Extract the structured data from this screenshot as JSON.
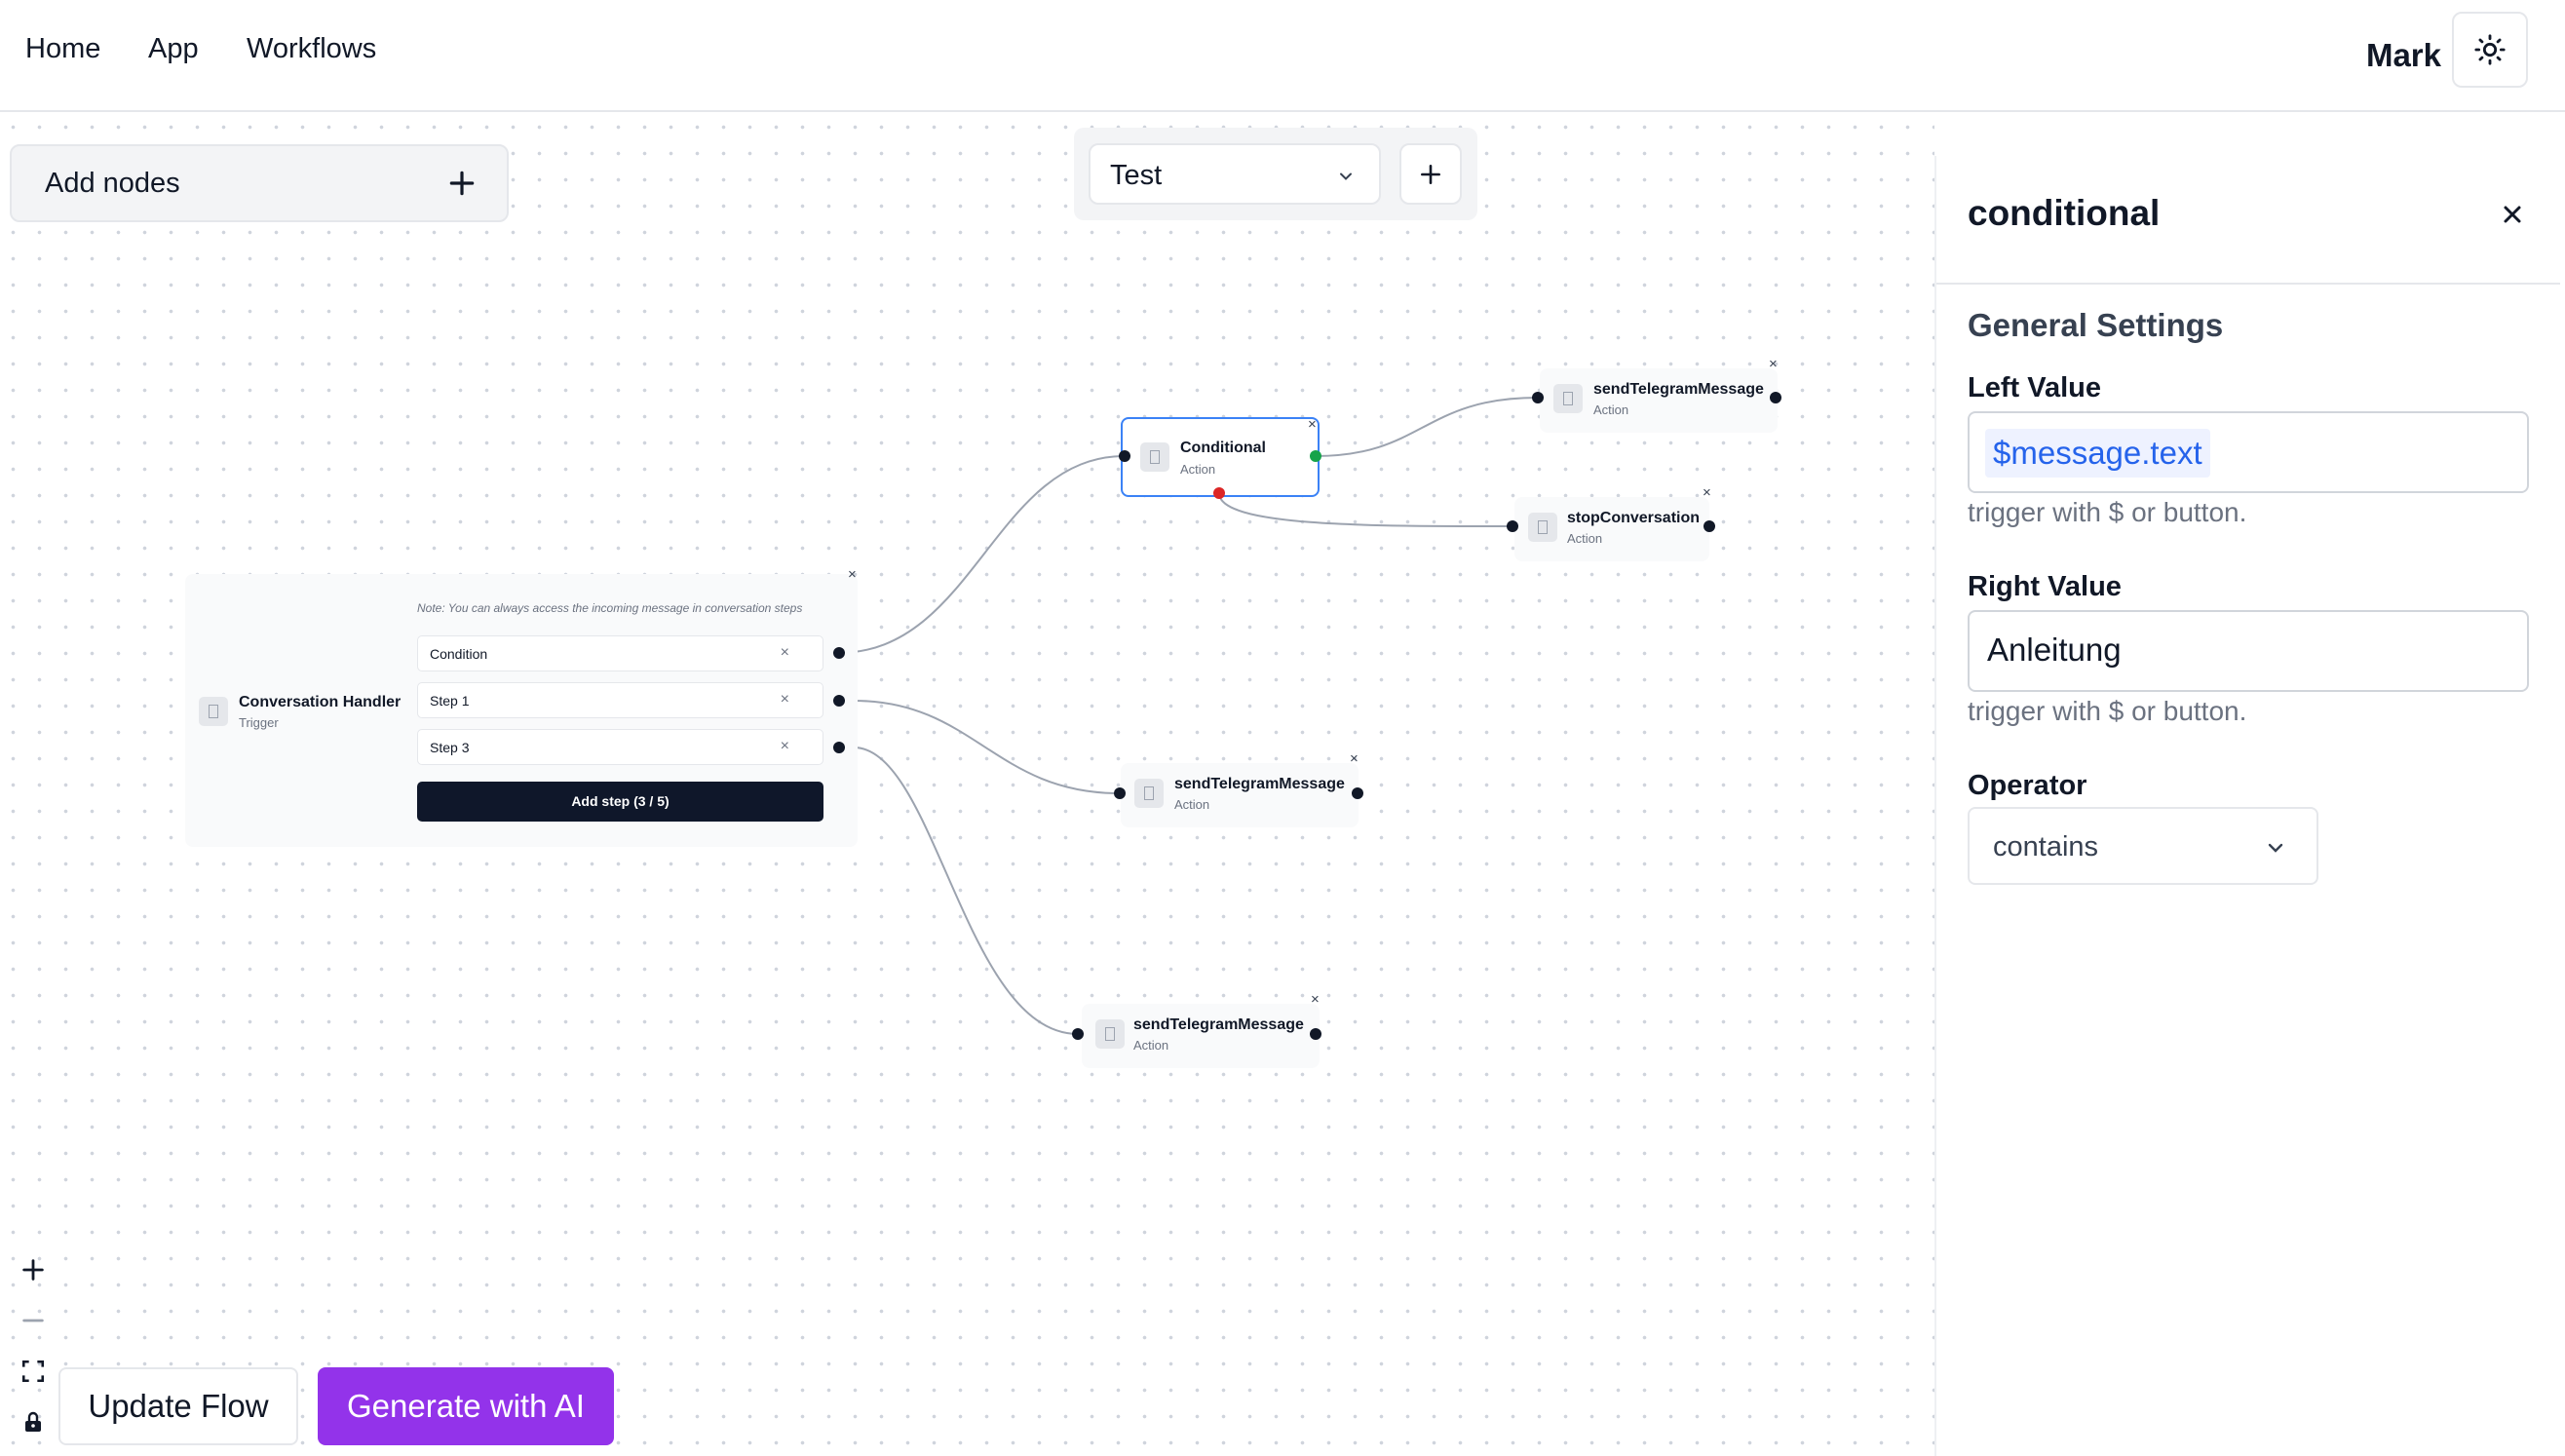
{
  "nav": {
    "home": "Home",
    "app": "App",
    "workflows": "Workflows",
    "user": "Mark"
  },
  "canvas": {
    "add_nodes_label": "Add nodes",
    "flow_select_value": "Test",
    "nodes": {
      "conversation_handler": {
        "title": "Conversation Handler",
        "subtitle": "Trigger",
        "note": "Note: You can always access the incoming message in conversation steps",
        "steps": [
          "Condition",
          "Step 1",
          "Step 3"
        ],
        "add_step_label": "Add step (3 / 5)"
      },
      "conditional": {
        "title": "Conditional",
        "subtitle": "Action"
      },
      "send_telegram_1": {
        "title": "sendTelegramMessage",
        "subtitle": "Action"
      },
      "stop_conversation": {
        "title": "stopConversation",
        "subtitle": "Action"
      },
      "send_telegram_2": {
        "title": "sendTelegramMessage",
        "subtitle": "Action"
      },
      "send_telegram_3": {
        "title": "sendTelegramMessage",
        "subtitle": "Action"
      }
    },
    "buttons": {
      "update_flow": "Update Flow",
      "generate_ai": "Generate with AI"
    }
  },
  "panel": {
    "title": "conditional",
    "section": "General Settings",
    "left_value": {
      "label": "Left Value",
      "value": "$message.text",
      "hint": "trigger with $ or button."
    },
    "right_value": {
      "label": "Right Value",
      "value": "Anleitung",
      "hint": "trigger with $ or button."
    },
    "operator": {
      "label": "Operator",
      "value": "contains"
    }
  },
  "colors": {
    "accent": "#9333ea",
    "token": "#2563eb",
    "handle_true": "#16a34a",
    "handle_false": "#dc2626"
  }
}
